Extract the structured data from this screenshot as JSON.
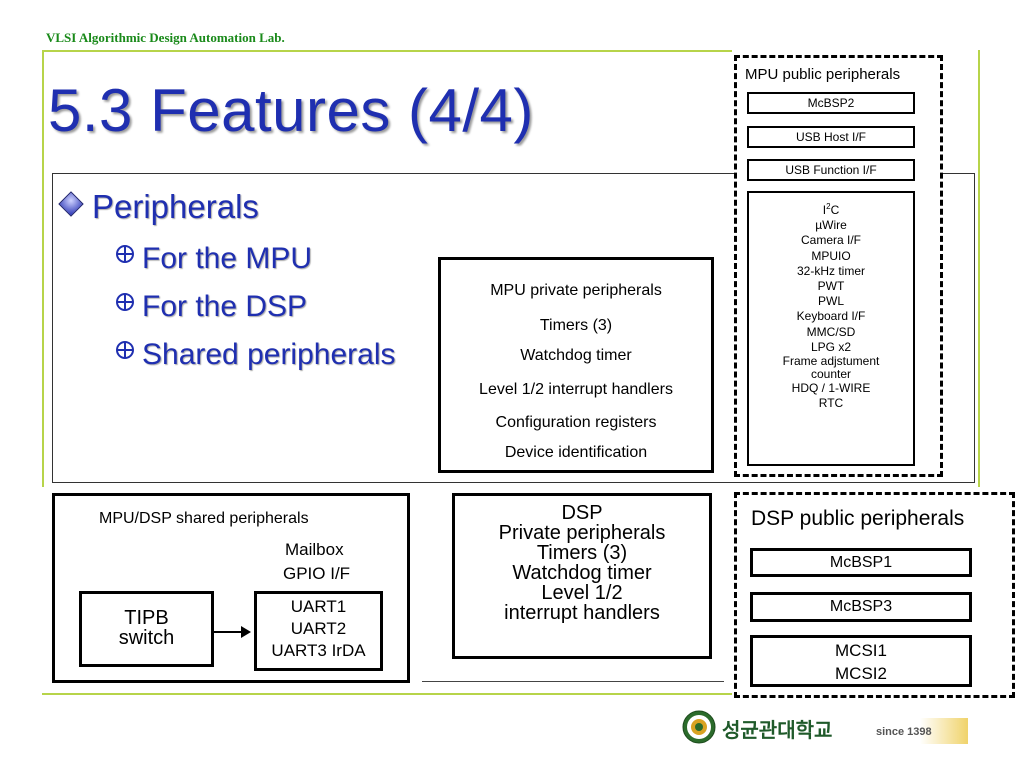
{
  "header": {
    "lab_name": "VLSI Algorithmic Design Automation Lab.",
    "slide_title": "5.3 Features (4/4)"
  },
  "bullets": {
    "level1": "Peripherals",
    "level2": [
      "For the MPU",
      "For the DSP",
      "Shared peripherals"
    ]
  },
  "mpu_private": {
    "title": "MPU private peripherals",
    "items": [
      "Timers (3)",
      "Watchdog timer",
      "Level 1/2 interrupt handlers",
      "Configuration registers",
      "Device identification"
    ]
  },
  "mpu_public": {
    "title": "MPU public peripherals",
    "boxes": [
      "McBSP2",
      "USB Host I/F",
      "USB Function I/F"
    ],
    "list_i2c_base": "I",
    "list_i2c_sup": "2",
    "list_i2c_tail": "C",
    "list": [
      "µWire",
      "Camera I/F",
      "MPUIO",
      "32-kHz timer",
      "PWT",
      "PWL",
      "Keyboard I/F",
      "MMC/SD",
      "LPG x2",
      "Frame adjstument",
      "counter",
      "HDQ / 1-WIRE",
      "RTC"
    ]
  },
  "shared": {
    "title": "MPU/DSP shared peripherals",
    "items": [
      "Mailbox",
      "GPIO I/F"
    ],
    "switch_line1": "TIPB",
    "switch_line2": "switch",
    "uarts": [
      "UART1",
      "UART2",
      "UART3 IrDA"
    ]
  },
  "dsp_private": {
    "lines": [
      "DSP",
      "Private peripherals",
      "Timers (3)",
      "Watchdog timer",
      "Level 1/2",
      "interrupt handlers"
    ]
  },
  "dsp_public": {
    "title": "DSP public peripherals",
    "boxes": [
      "McBSP1",
      "McBSP3"
    ],
    "mcsi": [
      "MCSI1",
      "MCSI2"
    ]
  },
  "footer": {
    "university": "성균관대학교",
    "since": "since 1398"
  },
  "colors": {
    "title_blue": "#1f2fb0",
    "lab_green": "#1a8a1a",
    "frame_green": "#b7d44a"
  }
}
